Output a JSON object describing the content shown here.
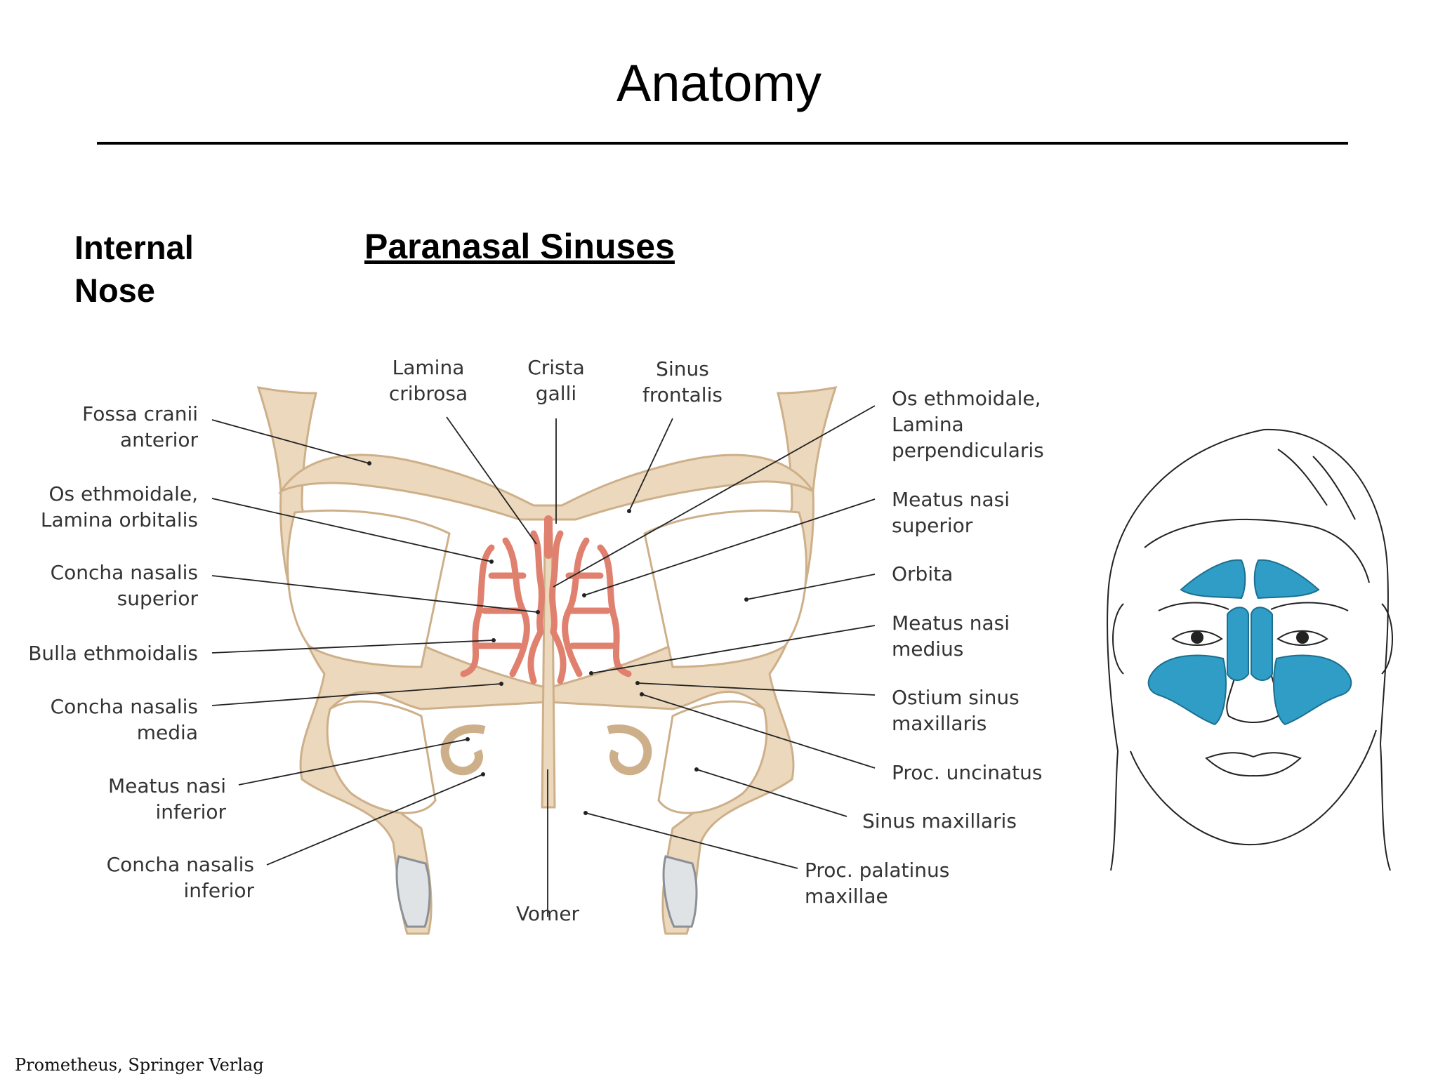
{
  "slide": {
    "title": "Anatomy",
    "side_heading": "Internal\nNose",
    "section_heading": "Paranasal Sinuses",
    "credit": "Prometheus, Springer Verlag"
  },
  "colors": {
    "bone": "#ecd8bc",
    "bone_edge": "#cdb08a",
    "ethmoid": "#e0806e",
    "sinus_blue": "#2f9dc6"
  },
  "labels": {
    "fossa_cranii": [
      "Fossa cranii",
      "anterior"
    ],
    "os_ethmoidale_orbitalis": [
      "Os ethmoidale,",
      "Lamina orbitalis"
    ],
    "concha_superior": [
      "Concha nasalis",
      "superior"
    ],
    "bulla": [
      "Bulla ethmoidalis"
    ],
    "concha_media": [
      "Concha nasalis",
      "media"
    ],
    "meatus_inferior": [
      "Meatus nasi",
      "inferior"
    ],
    "concha_inferior": [
      "Concha nasalis",
      "inferior"
    ],
    "lamina_cribrosa": [
      "Lamina",
      "cribrosa"
    ],
    "crista_galli": [
      "Crista",
      "galli"
    ],
    "sinus_frontalis": [
      "Sinus",
      "frontalis"
    ],
    "vomer": [
      "Vomer"
    ],
    "os_ethmoidale_perp": [
      "Os ethmoidale,",
      "Lamina",
      "perpendicularis"
    ],
    "meatus_superior": [
      "Meatus nasi",
      "superior"
    ],
    "orbita": [
      "Orbita"
    ],
    "meatus_medius": [
      "Meatus nasi",
      "medius"
    ],
    "ostium": [
      "Ostium sinus",
      "maxillaris"
    ],
    "proc_uncinatus": [
      "Proc. uncinatus"
    ],
    "sinus_maxillaris": [
      "Sinus maxillaris"
    ],
    "proc_palatinus": [
      "Proc. palatinus",
      "maxillae"
    ]
  }
}
